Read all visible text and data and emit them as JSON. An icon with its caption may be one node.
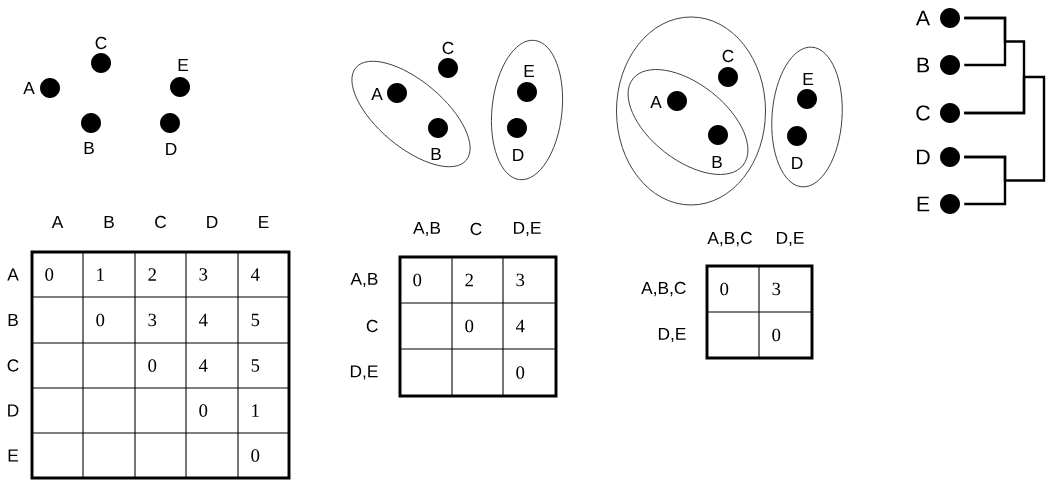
{
  "diagram": {
    "nodes": [
      {
        "text": [],
        "shape": "circle",
        "beside": [
          "A"
        ]
      },
      {
        "text": [],
        "shape": "circle",
        "beside": [
          "B"
        ]
      },
      {
        "text": [],
        "shape": "circle",
        "beside": [
          "C"
        ]
      },
      {
        "text": [],
        "shape": "circle",
        "beside": [
          "D"
        ]
      },
      {
        "text": [],
        "shape": "circle",
        "beside": [
          "E"
        ]
      },
      {
        "text": [],
        "shape": "ellipse"
      },
      {
        "text": [],
        "shape": "circle",
        "beside": [
          "A"
        ],
        "in": 5
      },
      {
        "text": [],
        "shape": "circle",
        "beside": [
          "B"
        ],
        "in": 5
      },
      {
        "text": [],
        "shape": "circle",
        "beside": [
          "C"
        ]
      },
      {
        "text": [],
        "shape": "ellipse"
      },
      {
        "text": [],
        "shape": "circle",
        "beside": [
          "D"
        ],
        "in": 9
      },
      {
        "text": [],
        "shape": "circle",
        "beside": [
          "E"
        ],
        "in": 9
      },
      {
        "text": [],
        "shape": "ellipse"
      },
      {
        "text": [],
        "shape": "ellipse",
        "in": 12
      },
      {
        "text": [],
        "shape": "circle",
        "beside": [
          "A"
        ],
        "in": 13
      },
      {
        "text": [],
        "shape": "circle",
        "beside": [
          "B"
        ],
        "in": 13
      },
      {
        "text": [],
        "shape": "circle",
        "beside": [
          "C"
        ],
        "in": 12
      },
      {
        "text": [],
        "shape": "ellipse"
      },
      {
        "text": [],
        "shape": "circle",
        "beside": [
          "D"
        ],
        "in": 17
      },
      {
        "text": [],
        "shape": "circle",
        "beside": [
          "E"
        ],
        "in": 17
      },
      {
        "text": [],
        "shape": "circle",
        "beside": [
          "A"
        ]
      },
      {
        "text": [],
        "shape": "circle",
        "beside": [
          "B"
        ]
      },
      {
        "text": [],
        "shape": "circle",
        "beside": [
          "C"
        ]
      },
      {
        "text": [],
        "shape": "circle",
        "beside": [
          "D"
        ]
      },
      {
        "text": [],
        "shape": "circle",
        "beside": [
          "E"
        ]
      }
    ],
    "edges": [
      {
        "from": 20,
        "to": 21,
        "arrow": "none"
      },
      {
        "from": 22,
        "to": 20,
        "arrow": "none"
      },
      {
        "from": 23,
        "to": 24,
        "arrow": "none"
      },
      {
        "from": 22,
        "to": 23,
        "arrow": "none"
      }
    ],
    "labels": [
      "A",
      "B",
      "C",
      "D",
      "E",
      "A",
      "0",
      "1",
      "2",
      "3",
      "4",
      "B",
      "0",
      "3",
      "4",
      "5",
      "C",
      "0",
      "4",
      "5",
      "D",
      "0",
      "1",
      "E",
      "0",
      "A,B",
      "C",
      "D,E",
      "A,B",
      "0",
      "2",
      "3",
      "C",
      "0",
      "4",
      "D,E",
      "0",
      "A,B,C",
      "D,E",
      "A,B,C",
      "0",
      "3",
      "D,E",
      "0"
    ]
  }
}
